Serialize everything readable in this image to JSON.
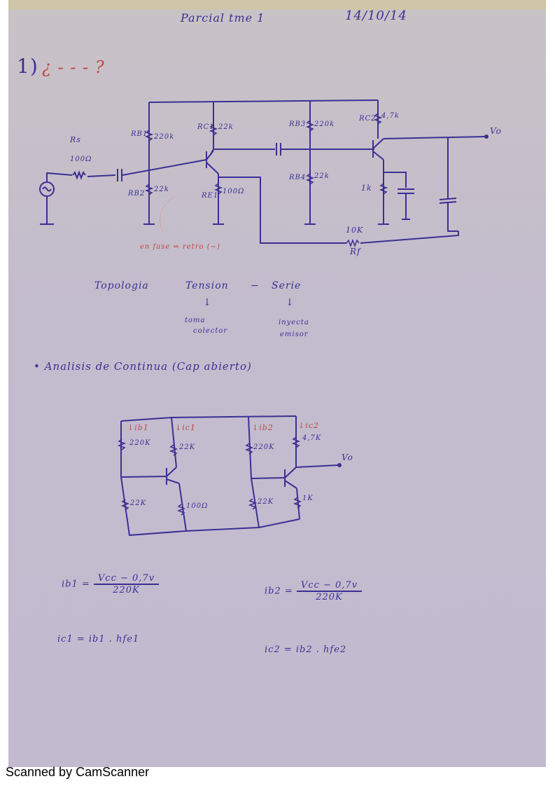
{
  "header": {
    "title": "Parcial tme 1",
    "date": "14/10/14"
  },
  "question": {
    "number": "1)",
    "text": "¿ - - - ?"
  },
  "circuit1": {
    "labels": {
      "rs": "Rs",
      "rs_value": "100Ω",
      "rb1": "RB1",
      "rb1_value": "220k",
      "rb2": "RB2",
      "rb2_value": "22k",
      "rc1": "RC1",
      "rc1_value": "22k",
      "re1": "RE1",
      "re1_value": "100Ω",
      "rb3": "RB3",
      "rb3_value": "220k",
      "rb4": "RB4",
      "rb4_value": "22k",
      "rc2": "RC2",
      "rc2_value": "4,7k",
      "re2_value": "1k",
      "rf": "Rf",
      "rf_value": "10K",
      "vo": "Vo"
    },
    "phase_note": "en fase ⇒ retro (−)"
  },
  "topology": {
    "label": "Topologia",
    "type1": "Tension",
    "dash": "−",
    "type2": "Serie",
    "note1_line1": "toma",
    "note1_line2": "colector",
    "note2_line1": "inyecta",
    "note2_line2": "emisor"
  },
  "dc_analysis": {
    "title": "• Analisis de Continua (Cap abierto)"
  },
  "circuit2": {
    "ib1": "ib1",
    "ic1": "ic1",
    "ib2": "ib2",
    "ic2": "ic2",
    "r1": "220K",
    "r2": "22K",
    "r3": "22K",
    "r4": "100Ω",
    "r5": "220K",
    "r6": "4,7K",
    "r7": "22K",
    "r8": "1K",
    "vo": "Vo"
  },
  "equations": {
    "ib1_lhs": "ib1 =",
    "ib1_num": "Vcc − 0,7v",
    "ib1_den": "220K",
    "ib2_lhs": "ib2 =",
    "ib2_num": "Vcc − 0,7v",
    "ib2_den": "220K",
    "ic1": "ic1 = ib1 . hfe1",
    "ic2": "ic2 = ib2 . hfe2"
  },
  "footer": {
    "text": "Scanned by CamScanner"
  }
}
